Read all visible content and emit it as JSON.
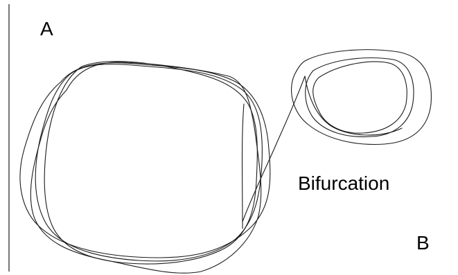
{
  "labels": {
    "a": "A",
    "b": "B",
    "bifurcation": "Bifurcation"
  },
  "colors": {
    "background": "#ffffff",
    "stroke": "#1a1a1a"
  }
}
